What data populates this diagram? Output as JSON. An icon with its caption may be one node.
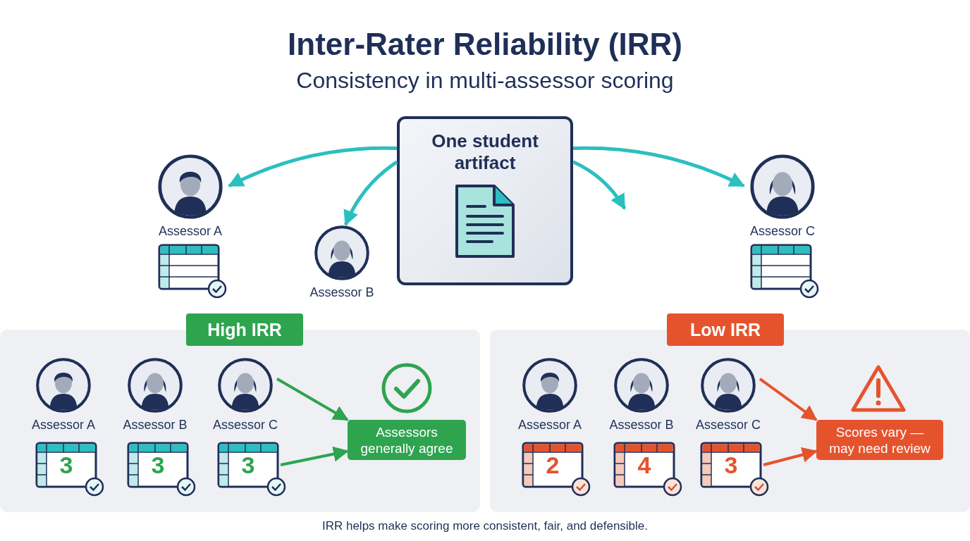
{
  "diagram": {
    "title": "Inter-Rater Reliability (IRR)",
    "caption": "IRR helps make scoring more consistent, fair, and defensible.",
    "labels": [
      "Consistency in multi-assessor scoring"
    ],
    "nodes": [
      {
        "text": [
          "One student artifact"
        ]
      },
      {
        "text": [
          "Assessor A"
        ]
      },
      {
        "text": [
          "Assessor B"
        ]
      },
      {
        "text": [
          "Assessor C"
        ]
      },
      {
        "text": [
          "High IRR"
        ]
      },
      {
        "text": [
          "Assessor A"
        ],
        "in": 4
      },
      {
        "text": [
          "3"
        ],
        "in": 4
      },
      {
        "text": [
          "Assessor B"
        ],
        "in": 4
      },
      {
        "text": [
          "3"
        ],
        "in": 4
      },
      {
        "text": [
          "Assessor C"
        ],
        "in": 4
      },
      {
        "text": [
          "3"
        ],
        "in": 4
      },
      {
        "text": [
          "Assessors generally agree"
        ],
        "in": 4
      },
      {
        "text": [
          "Low IRR"
        ]
      },
      {
        "text": [
          "Assessor A"
        ],
        "in": 12
      },
      {
        "text": [
          "2"
        ],
        "in": 12
      },
      {
        "text": [
          "Assessor B"
        ],
        "in": 12
      },
      {
        "text": [
          "4"
        ],
        "in": 12
      },
      {
        "text": [
          "Assessor C"
        ],
        "in": 12
      },
      {
        "text": [
          "3"
        ],
        "in": 12
      },
      {
        "text": [
          "Scores vary — may need review"
        ],
        "in": 12
      }
    ],
    "edges": [
      {
        "from": 0,
        "to": 1,
        "arrow": "to"
      },
      {
        "from": 0,
        "to": 2,
        "arrow": "to"
      },
      {
        "from": 0,
        "to": null,
        "arrow": "to"
      },
      {
        "from": 0,
        "to": 3,
        "arrow": "to"
      },
      {
        "from": 9,
        "to": 11,
        "arrow": "to",
        "color": "#2ea44f"
      },
      {
        "from": 10,
        "to": 11,
        "arrow": "to",
        "color": "#2ea44f"
      },
      {
        "from": 17,
        "to": 19,
        "arrow": "to",
        "color": "#e5532d"
      },
      {
        "from": 18,
        "to": 19,
        "arrow": "to",
        "color": "#e5532d"
      }
    ]
  }
}
